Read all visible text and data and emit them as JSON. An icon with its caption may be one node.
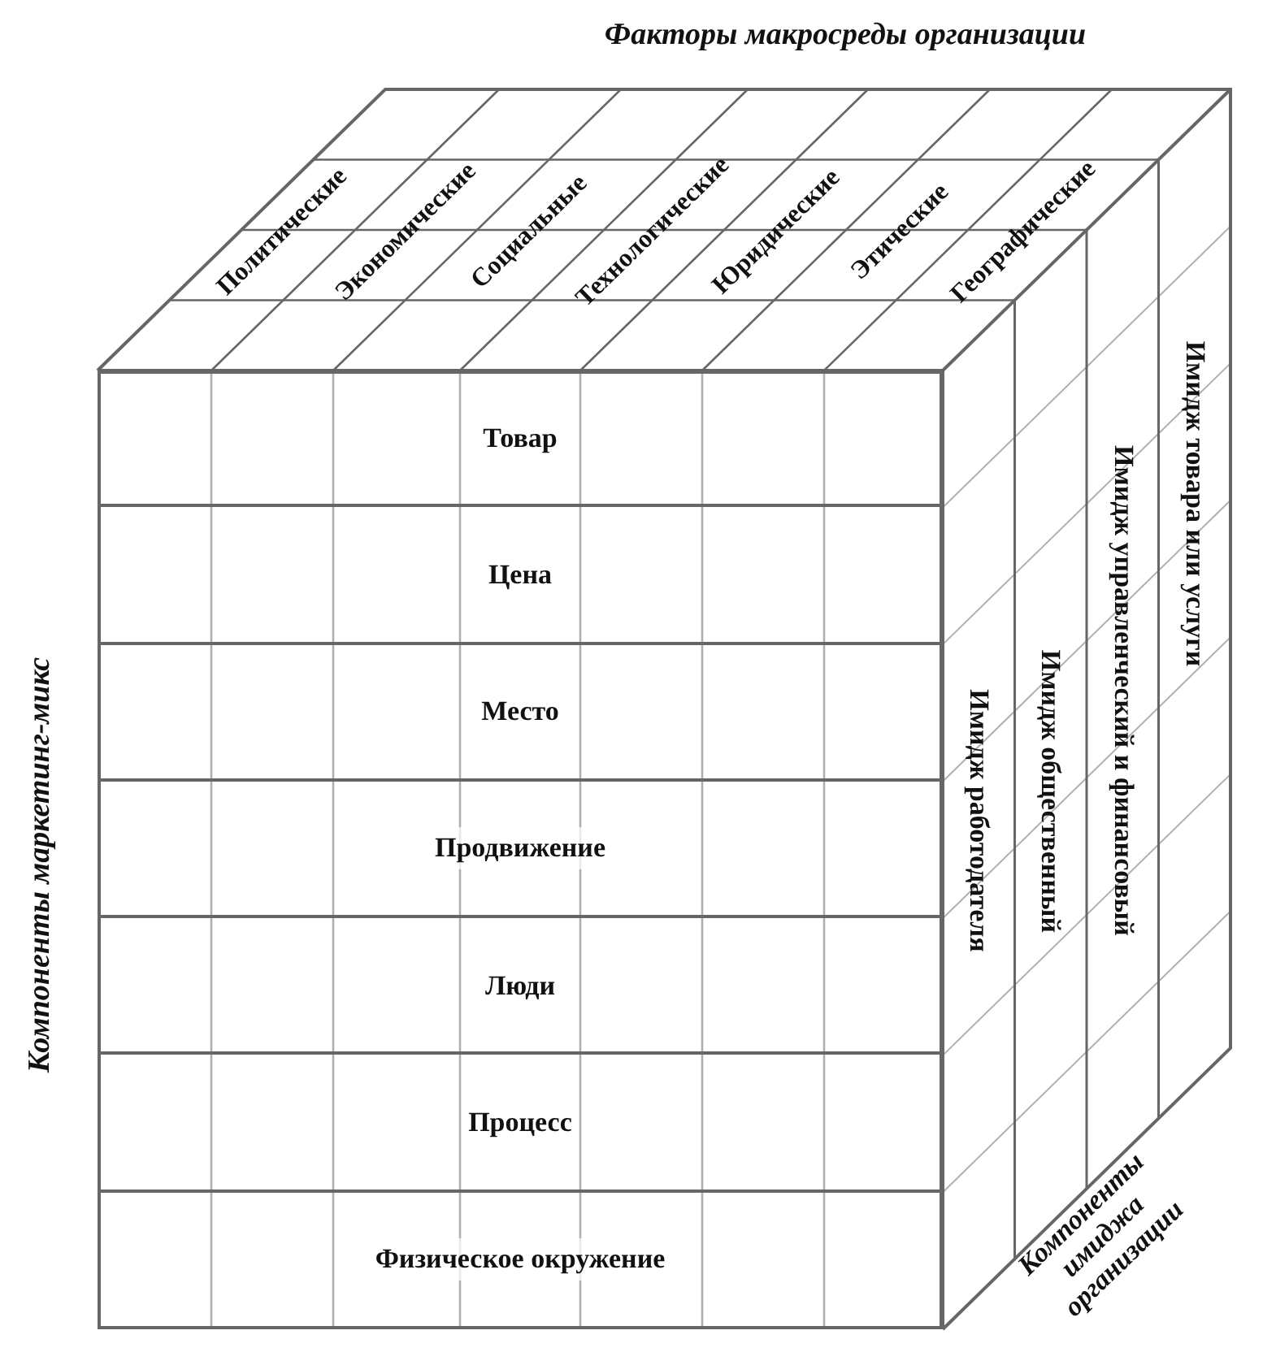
{
  "diagram": {
    "nodes": [
      {
        "text": [
          "Политические"
        ]
      },
      {
        "text": [
          "Экономические"
        ]
      },
      {
        "text": [
          "Социальные"
        ]
      },
      {
        "text": [
          "Технологические"
        ]
      },
      {
        "text": [
          "Юридические"
        ]
      },
      {
        "text": [
          "Этические"
        ]
      },
      {
        "text": [
          "Географические"
        ]
      },
      {
        "text": [
          "Товар"
        ]
      },
      {
        "text": [
          "Цена"
        ]
      },
      {
        "text": [
          "Место"
        ]
      },
      {
        "text": [
          "Продвижение"
        ]
      },
      {
        "text": [
          "Люди"
        ]
      },
      {
        "text": [
          "Процесс"
        ]
      },
      {
        "text": [
          "Физическое окружение"
        ]
      },
      {
        "text": [
          "Имидж работодателя"
        ]
      },
      {
        "text": [
          "Имидж общественный"
        ]
      },
      {
        "text": [
          "Имидж управленческий и финансовый"
        ]
      },
      {
        "text": [
          "Имидж товара или услуги"
        ]
      }
    ],
    "labels": [
      "Факторы макросреды организации",
      "Компоненты маркетинг-микс",
      "Компоненты имиджа организации"
    ]
  }
}
